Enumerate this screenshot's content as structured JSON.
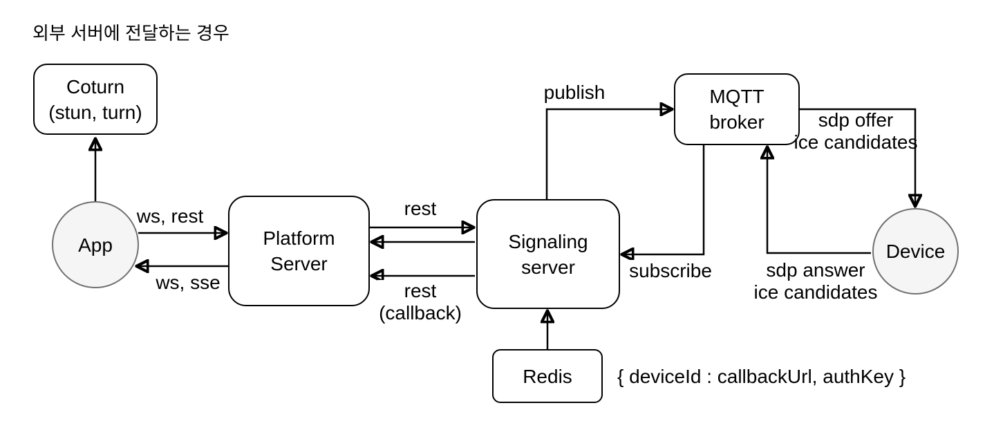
{
  "title": "외부 서버에 전달하는 경우",
  "nodes": {
    "coturn": {
      "lines": [
        "Coturn",
        "(stun, turn)"
      ]
    },
    "app": {
      "label": "App"
    },
    "platform": {
      "lines": [
        "Platform",
        "Server"
      ]
    },
    "signaling": {
      "lines": [
        "Signaling",
        "server"
      ]
    },
    "mqtt": {
      "lines": [
        "MQTT",
        "broker"
      ]
    },
    "device": {
      "label": "Device"
    },
    "redis": {
      "label": "Redis"
    }
  },
  "edge_labels": {
    "ws_rest": "ws, rest",
    "ws_sse": "ws, sse",
    "rest": "rest",
    "rest_callback_line1": "rest",
    "rest_callback_line2": "(callback)",
    "publish": "publish",
    "subscribe": "subscribe",
    "sdp_offer_line1": "sdp offer",
    "sdp_offer_line2": "ice candidates",
    "sdp_answer_line1": "sdp answer",
    "sdp_answer_line2": "ice candidates"
  },
  "annotation": "{ deviceId : callbackUrl, authKey }",
  "colors": {
    "background": "#ffffff",
    "line": "#000000",
    "box_fill": "#ffffff",
    "box_border": "#000000",
    "circle_fill": "#f5f5f5",
    "circle_border": "#707070",
    "text": "#000000"
  }
}
